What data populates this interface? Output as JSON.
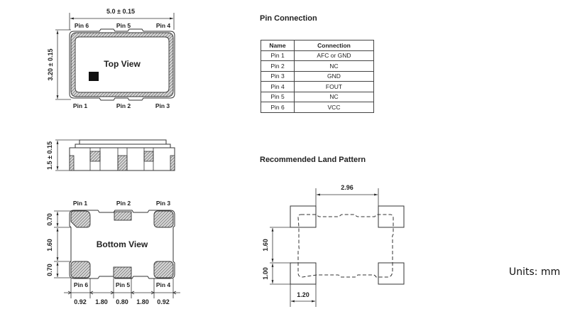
{
  "units_label": "Units: mm",
  "top_view": {
    "title": "Top View",
    "width_dim": "5.0 ± 0.15",
    "height_dim": "3.20 ± 0.15",
    "pins_top": [
      "Pin 6",
      "Pin 5",
      "Pin 4"
    ],
    "pins_bottom": [
      "Pin 1",
      "Pin 2",
      "Pin 3"
    ]
  },
  "side_view": {
    "height_dim": "1.5 ± 0.15"
  },
  "bottom_view": {
    "title": "Bottom View",
    "pins_top": [
      "Pin 1",
      "Pin 2",
      "Pin 3"
    ],
    "pins_bottom": [
      "Pin 6",
      "Pin 5",
      "Pin 4"
    ],
    "vertical_dims": [
      "0.70",
      "1.60",
      "0.70"
    ],
    "horizontal_dims": [
      "0.92",
      "1.80",
      "0.80",
      "1.80",
      "0.92"
    ]
  },
  "pin_connection": {
    "title": "Pin Connection",
    "headers": [
      "Name",
      "Connection"
    ],
    "rows": [
      [
        "Pin 1",
        "AFC or GND"
      ],
      [
        "Pin 2",
        "NC"
      ],
      [
        "Pin 3",
        "GND"
      ],
      [
        "Pin 4",
        "FOUT"
      ],
      [
        "Pin 5",
        "NC"
      ],
      [
        "Pin 6",
        "VCC"
      ]
    ]
  },
  "land_pattern": {
    "title": "Recommended Land Pattern",
    "dim_width": "2.96",
    "dim_pitch": "1.60",
    "dim_pad_height": "1.00",
    "dim_pad_width": "1.20"
  }
}
